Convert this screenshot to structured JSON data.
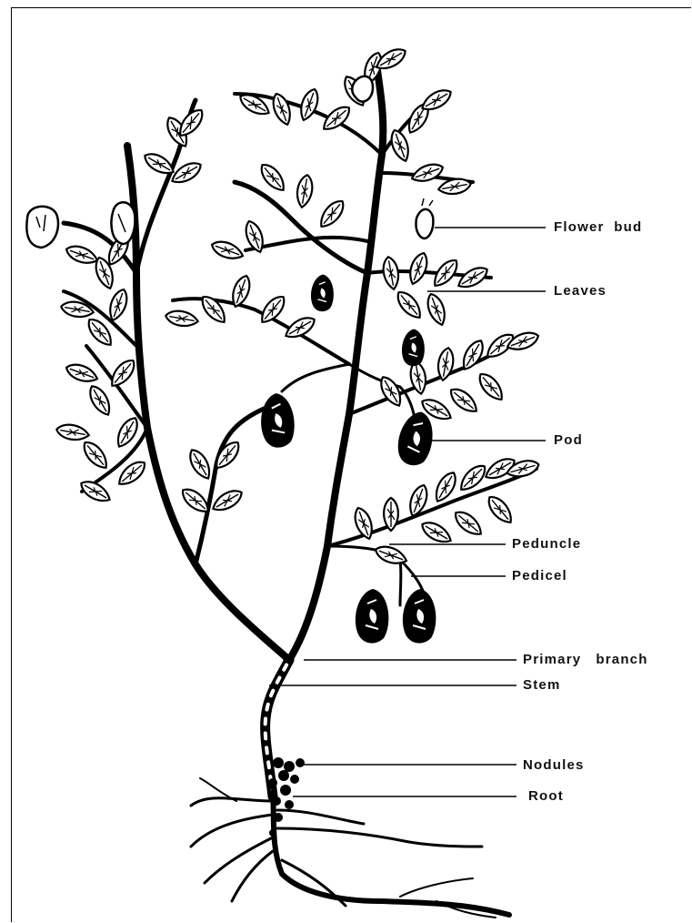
{
  "diagram": {
    "subject": "chickpea-plant-icon",
    "labels": [
      {
        "key": "flower_bud",
        "text": "Flower  bud"
      },
      {
        "key": "leaves",
        "text": "Leaves"
      },
      {
        "key": "pod",
        "text": "Pod"
      },
      {
        "key": "peduncle",
        "text": "Peduncle"
      },
      {
        "key": "pedicel",
        "text": "Pedicel"
      },
      {
        "key": "primary_branch",
        "text": "Primary   branch"
      },
      {
        "key": "stem",
        "text": "Stem"
      },
      {
        "key": "nodules",
        "text": "Nodules"
      },
      {
        "key": "root",
        "text": "Root"
      }
    ]
  }
}
